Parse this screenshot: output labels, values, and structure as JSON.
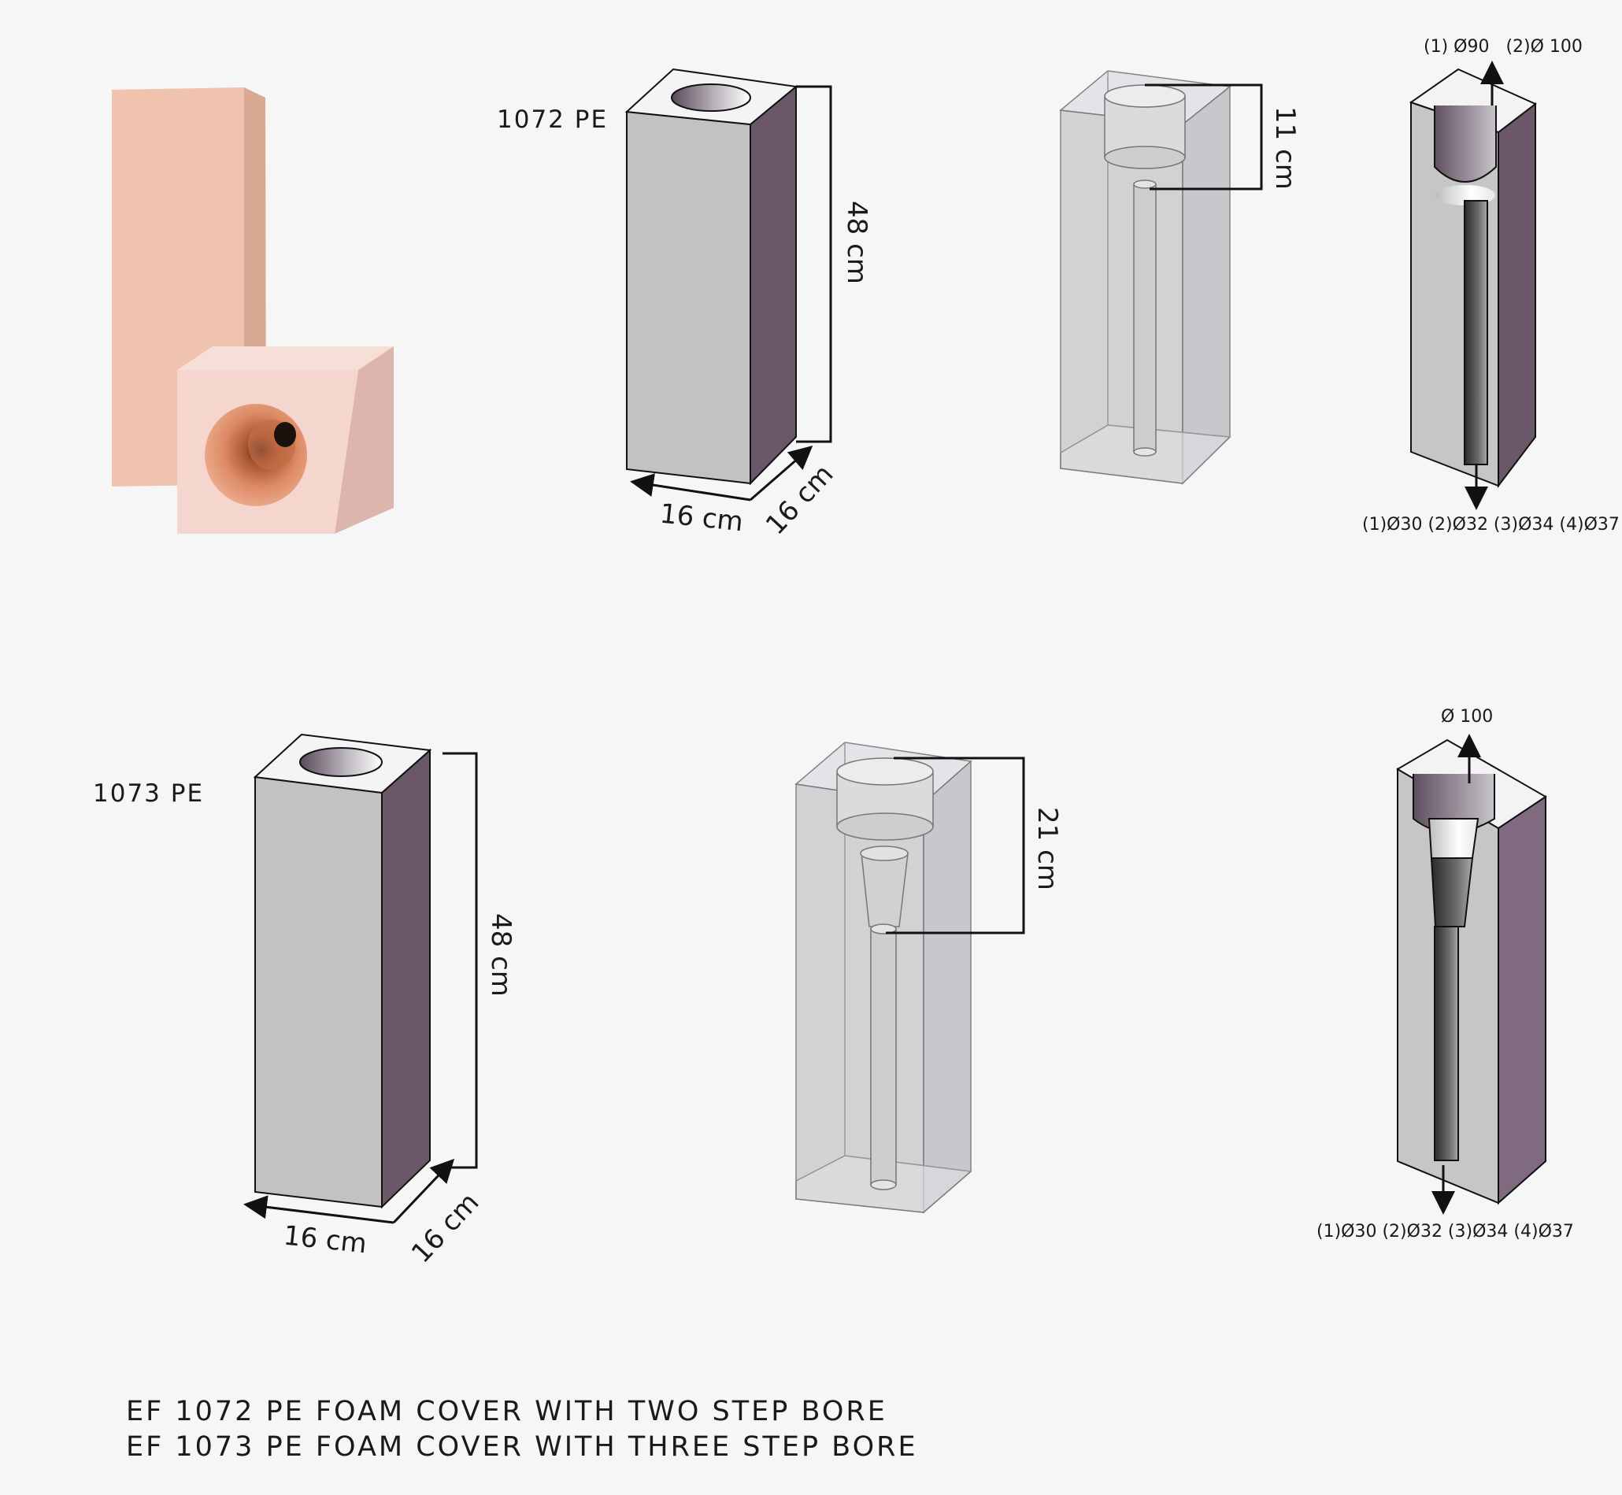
{
  "models": {
    "top": "1072 PE",
    "bottom": "1073 PE"
  },
  "dimensions": {
    "top_height": "48 cm",
    "top_width": "16 cm",
    "top_depth": "16 cm",
    "top_bore_depth": "11 cm",
    "bottom_height": "48 cm",
    "bottom_width": "16 cm",
    "bottom_depth": "16 cm",
    "bottom_bore_depth": "21 cm"
  },
  "diameters": {
    "top_upper": "(1) Ø90   (2)Ø 100",
    "top_lower": "(1)Ø30 (2)Ø32 (3)Ø34 (4)Ø37",
    "bottom_upper": "Ø 100",
    "bottom_lower": "(1)Ø30 (2)Ø32 (3)Ø34 (4)Ø37"
  },
  "footer": {
    "line1": "EF 1072 PE FOAM COVER WITH TWO STEP BORE",
    "line2": "EF 1073 PE FOAM COVER WITH THREE STEP BORE"
  },
  "colors": {
    "background": "#f6f6f6",
    "block_front": "#c2c2c2",
    "block_side": "#6a5868",
    "block_top": "#f3f3f3",
    "foam_tall": "#eec2ac",
    "foam_cube": "#f3d5cd",
    "foam_bore": "#e2906c"
  }
}
